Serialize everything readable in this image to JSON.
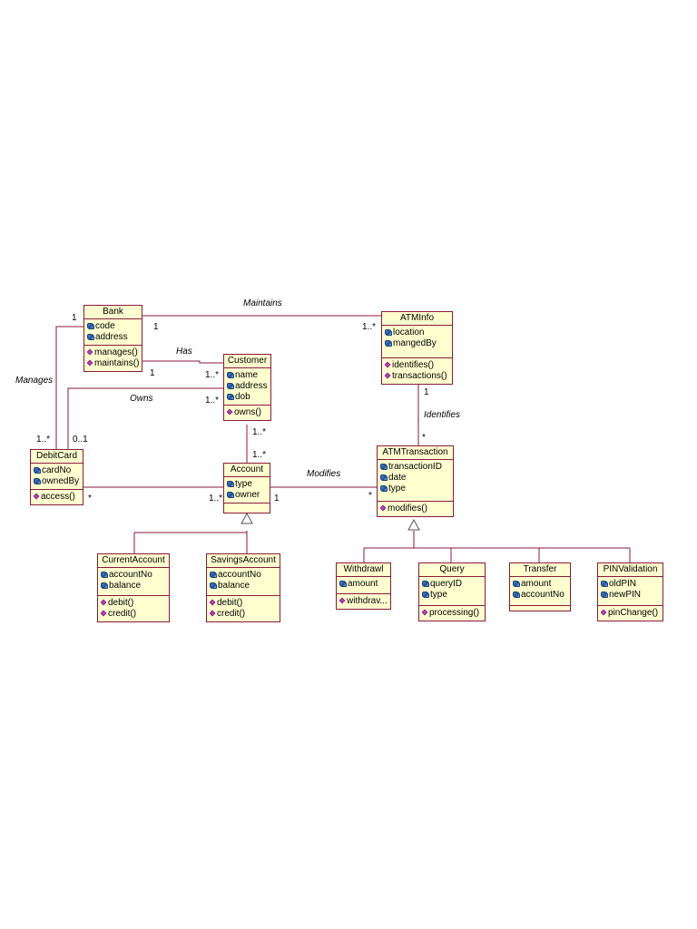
{
  "classes": {
    "bank": {
      "name": "Bank",
      "attributes": [
        "code",
        "address"
      ],
      "operations": [
        "manages()",
        "maintains()"
      ]
    },
    "atminfo": {
      "name": "ATMInfo",
      "attributes": [
        "location",
        "mangedBy"
      ],
      "operations": [
        "identifies()",
        "transactions()"
      ]
    },
    "customer": {
      "name": "Customer",
      "attributes": [
        "name",
        "address",
        "dob"
      ],
      "operations": [
        "owns()"
      ]
    },
    "debitcard": {
      "name": "DebitCard",
      "attributes": [
        "cardNo",
        "ownedBy"
      ],
      "operations": [
        "access()"
      ]
    },
    "account": {
      "name": "Account",
      "attributes": [
        "type",
        "owner"
      ],
      "operations": []
    },
    "atmtransaction": {
      "name": "ATMTransaction",
      "attributes": [
        "transactionID",
        "date",
        "type"
      ],
      "operations": [
        "modifies()"
      ]
    },
    "currentaccount": {
      "name": "CurrentAccount",
      "attributes": [
        "accountNo",
        "balance"
      ],
      "operations": [
        "debit()",
        "credit()"
      ]
    },
    "savingsaccount": {
      "name": "SavingsAccount",
      "attributes": [
        "accountNo",
        "balance"
      ],
      "operations": [
        "debit()",
        "credit()"
      ]
    },
    "withdrawl": {
      "name": "Withdrawl",
      "attributes": [
        "amount"
      ],
      "operations": [
        "withdrav..."
      ]
    },
    "query": {
      "name": "Query",
      "attributes": [
        "queryID",
        "type"
      ],
      "operations": [
        "processing()"
      ]
    },
    "transfer": {
      "name": "Transfer",
      "attributes": [
        "amount",
        "accountNo"
      ],
      "operations": []
    },
    "pinvalidation": {
      "name": "PINValidation",
      "attributes": [
        "oldPIN",
        "newPIN"
      ],
      "operations": [
        "pinChange()"
      ]
    }
  },
  "associations": {
    "maintains": "Maintains",
    "has": "Has",
    "owns": "Owns",
    "manages": "Manages",
    "identifies": "Identifies",
    "modifies": "Modifies"
  },
  "multiplicities": {
    "bank_maintains": "1",
    "atminfo_maintains": "1..*",
    "bank_manages": "1",
    "debitcard_manages": "1..*",
    "bank_has": "1",
    "customer_has": "1..*",
    "customer_owns": "1..*",
    "debitcard_owns": "0..1",
    "customer_account": "1..*",
    "account_customer": "1..*",
    "debitcard_account": "*",
    "account_debitcard": "1..*",
    "account_modifies": "1",
    "atmtransaction_modifies": "*",
    "atminfo_identifies": "1",
    "atmtransaction_identifies": "*"
  }
}
